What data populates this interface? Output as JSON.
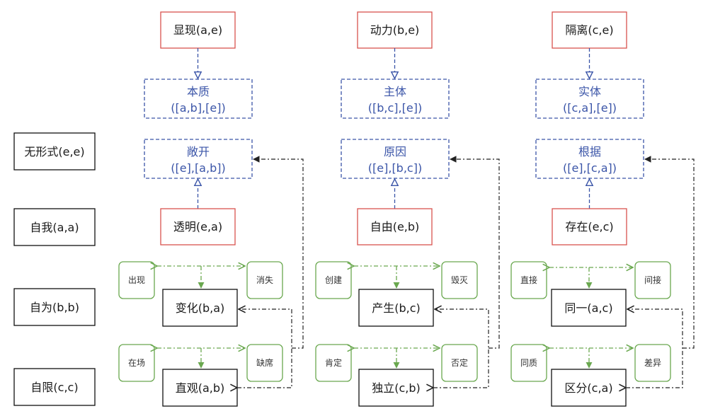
{
  "rows": {
    "wuxingshi": "无形式(e,e)",
    "ziwo": "自我(a,a)",
    "ziwei": "自为(b,b)",
    "zixian": "自限(c,c)"
  },
  "col1": {
    "top": "显现(a,e)",
    "essence_line1": "本质",
    "essence_line2": "([a,b],[e])",
    "open_line1": "敞开",
    "open_line2": "([e],[a,b])",
    "transparent": "透明(e,a)",
    "appear": "出现",
    "disappear": "消失",
    "change": "变化(b,a)",
    "present": "在场",
    "absent": "缺席",
    "intuit": "直观(a,b)"
  },
  "col2": {
    "top": "动力(b,e)",
    "subject_line1": "主体",
    "subject_line2": "([b,c],[e])",
    "cause_line1": "原因",
    "cause_line2": "([e],[b,c])",
    "freedom": "自由(e,b)",
    "create": "创建",
    "destroy": "毁灭",
    "produce": "产生(b,c)",
    "affirm": "肯定",
    "negate": "否定",
    "independent": "独立(c,b)"
  },
  "col3": {
    "top": "隔离(c,e)",
    "entity_line1": "实体",
    "entity_line2": "([c,a],[e])",
    "ground_line1": "根据",
    "ground_line2": "([e],[c,a])",
    "exist": "存在(e,c)",
    "direct": "直接",
    "indirect": "间接",
    "identity": "同一(a,c)",
    "homogeneous": "同质",
    "difference": "差异",
    "distinguish": "区分(c,a)"
  },
  "colors": {
    "red_border": "#d9534f",
    "blue": "#3b55a8",
    "green": "#6aa84f",
    "black": "#111111"
  }
}
